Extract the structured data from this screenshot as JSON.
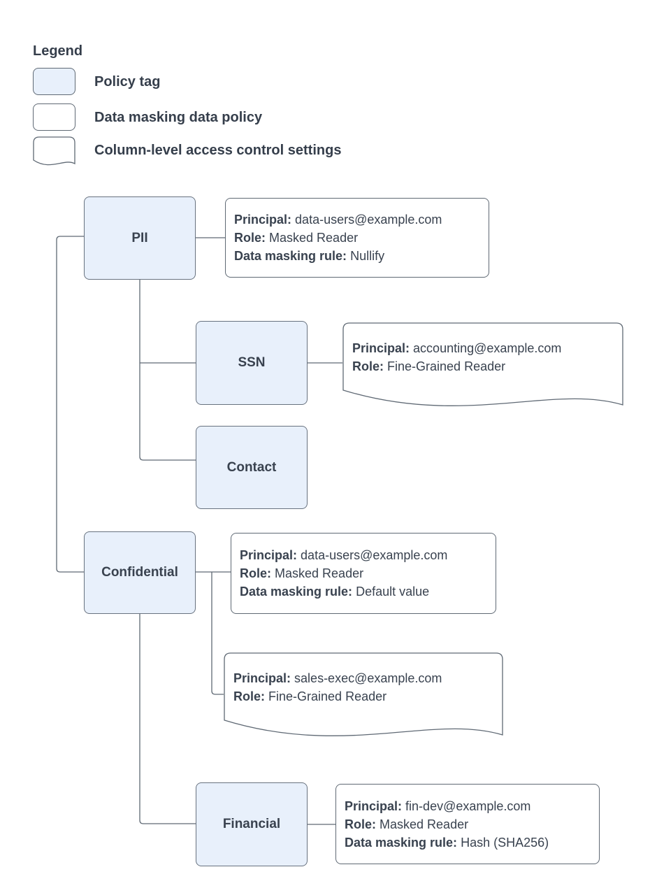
{
  "colors": {
    "policy_tag_fill": "#e8f0fb",
    "shape_stroke": "#5f6974",
    "text": "#39424f",
    "background": "#ffffff"
  },
  "legend": {
    "title": "Legend",
    "items": [
      {
        "shape": "policy-tag",
        "label": "Policy tag"
      },
      {
        "shape": "data-policy-box",
        "label": "Data masking data policy"
      },
      {
        "shape": "document",
        "label": "Column-level access control settings"
      }
    ]
  },
  "field_labels": {
    "principal": "Principal:",
    "role": "Role:",
    "rule": "Data masking rule:"
  },
  "tags": {
    "pii": "PII",
    "ssn": "SSN",
    "contact": "Contact",
    "confidential": "Confidential",
    "financial": "Financial"
  },
  "policies": {
    "pii_masking": {
      "principal": "data-users@example.com",
      "role": "Masked Reader",
      "rule": "Nullify"
    },
    "ssn_access": {
      "principal": "accounting@example.com",
      "role": "Fine-Grained Reader"
    },
    "confidential_masking": {
      "principal": "data-users@example.com",
      "role": "Masked Reader",
      "rule": "Default value"
    },
    "confidential_access": {
      "principal": "sales-exec@example.com",
      "role": "Fine-Grained Reader"
    },
    "financial_masking": {
      "principal": "fin-dev@example.com",
      "role": "Masked Reader",
      "rule": "Hash (SHA256)"
    }
  }
}
